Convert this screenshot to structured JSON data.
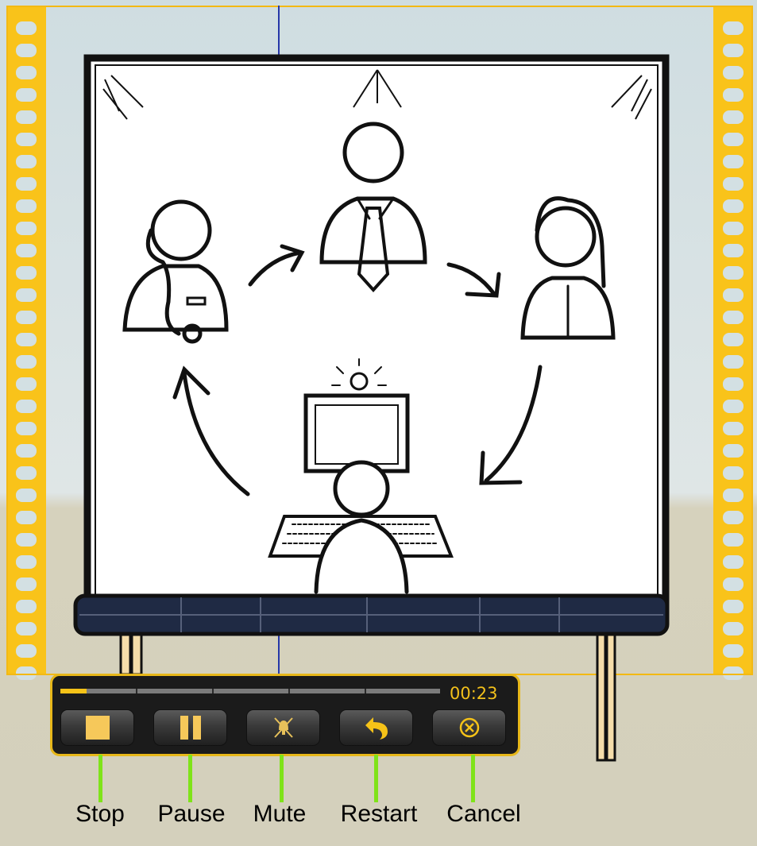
{
  "player": {
    "time": "00:23",
    "progress_fraction": 0.07,
    "accent_color": "#f6c318",
    "connector_color": "#7fe319",
    "buttons": [
      {
        "name": "stop",
        "icon": "stop-icon",
        "label": "Stop"
      },
      {
        "name": "pause",
        "icon": "pause-icon",
        "label": "Pause"
      },
      {
        "name": "mute",
        "icon": "mute-icon",
        "label": "Mute"
      },
      {
        "name": "restart",
        "icon": "restart-icon",
        "label": "Restart"
      },
      {
        "name": "cancel",
        "icon": "cancel-icon",
        "label": "Cancel"
      }
    ]
  },
  "illustration": {
    "icons": [
      "projection-screen",
      "doctor-icon",
      "businessman-icon",
      "woman-icon",
      "computer-user-icon",
      "cycle-arrows"
    ],
    "colors": {
      "film_strip": "#f9c31a",
      "screen_bar": "#1f2a44",
      "background_wall": "#cfdde1",
      "floor": "#d4d0bc"
    }
  }
}
